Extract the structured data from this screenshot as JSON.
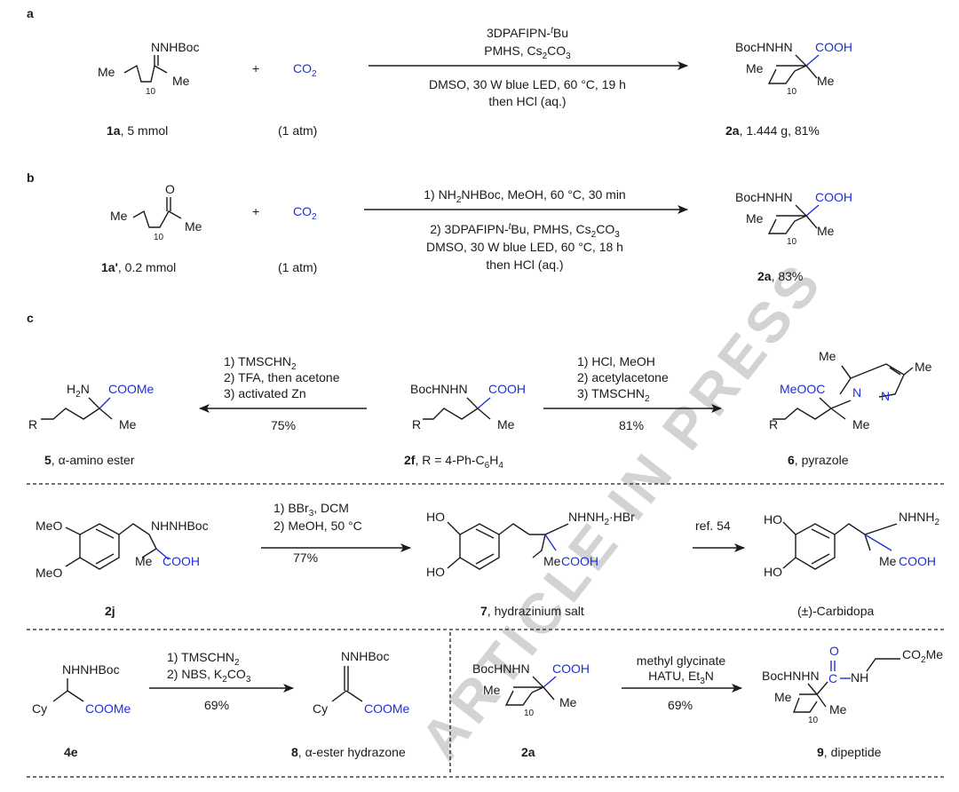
{
  "panels": {
    "a": "a",
    "b": "b",
    "c": "c"
  },
  "watermark": "ARTICLE IN PRESS",
  "common": {
    "plus": "+",
    "co2_main": "CO",
    "co2_sub": "2",
    "atm": "(1 atm)",
    "me": "Me",
    "ten": "10",
    "cooh": "COOH",
    "bochnhn": "BocHNHN",
    "nnhboc": "NNHBoc",
    "r": "R"
  },
  "scheme_a": {
    "reagent1_main": "3DPAFIPN-",
    "reagent1_sup": "t",
    "reagent1_tail": "Bu",
    "reagent2_main": "PMHS, Cs",
    "reagent2_sub1": "2",
    "reagent2_mid": "CO",
    "reagent2_sub2": "3",
    "cond1": "DMSO, 30 W blue LED, 60 °C, 19 h",
    "cond2": "then HCl (aq.)",
    "sm_label_bold": "1a",
    "sm_label_rest": ", 5 mmol",
    "prod_label_bold": "2a",
    "prod_label_rest": ", 1.444 g, 81%"
  },
  "scheme_b": {
    "step1_pre": "1) NH",
    "step1_sub": "2",
    "step1_post": "NHBoc, MeOH, 60 °C, 30 min",
    "step2_pre": "2) 3DPAFIPN-",
    "step2_sup": "t",
    "step2_mid": "Bu, PMHS, Cs",
    "step2_sub1": "2",
    "step2_mid2": "CO",
    "step2_sub2": "3",
    "step2_line2": "DMSO, 30 W blue LED, 60 °C, 18 h",
    "step2_line3": "then HCl (aq.)",
    "sm_o": "O",
    "sm_label_bold": "1a'",
    "sm_label_rest": ", 0.2 mmol",
    "prod_label_bold": "2a",
    "prod_label_rest": ", 83%"
  },
  "scheme_c1": {
    "left_r1_pre": "1) TMSCHN",
    "left_r1_sub": "2",
    "left_r2": "2) TFA, then acetone",
    "left_r3": "3) activated Zn",
    "left_yield": "75%",
    "right_r1": "1) HCl, MeOH",
    "right_r2": "2) acetylacetone",
    "right_r3_pre": "3) TMSCHN",
    "right_r3_sub": "2",
    "right_yield": "81%",
    "h2n_h": "H",
    "h2n_sub": "2",
    "h2n_n": "N",
    "coome": "COOMe",
    "meooc": "MeOOC",
    "n": "N",
    "label5_bold": "5",
    "label5_rest": ", α-amino ester",
    "label2f_bold": "2f",
    "label2f_rest": ", R = 4-Ph-C",
    "label2f_sub1": "6",
    "label2f_h": "H",
    "label2f_sub2": "4",
    "label6_bold": "6",
    "label6_rest": ", pyrazole"
  },
  "scheme_c2": {
    "meo": "MeO",
    "ho": "HO",
    "r1_pre": "1) BBr",
    "r1_sub": "3",
    "r1_post": ", DCM",
    "r2": "2) MeOH, 50 °C",
    "yield": "77%",
    "ref": "ref. 54",
    "hbr_pre": "NHNH",
    "hbr_sub": "2",
    "hbr_post": "·HBr",
    "nhnh2_pre": "NHNH",
    "nhnh2_sub": "2",
    "nhnhboc": "NHNHBoc",
    "label2j": "2j",
    "label7_bold": "7",
    "label7_rest": ", hydrazinium salt",
    "label_carbidopa": "(±)-Carbidopa"
  },
  "scheme_c3": {
    "r1_pre": "1) TMSCHN",
    "r1_sub": "2",
    "r2_pre": "2) NBS, K",
    "r2_sub1": "2",
    "r2_mid": "CO",
    "r2_sub2": "3",
    "yield_left": "69%",
    "nhnhboc": "NHNHBoc",
    "cy": "Cy",
    "coome": "COOMe",
    "label4e": "4e",
    "label8_bold": "8",
    "label8_rest": ", α-ester hydrazone",
    "reag1": "methyl glycinate",
    "reag2_pre": "HATU, Et",
    "reag2_sub": "3",
    "reag2_post": "N",
    "yield_right": "69%",
    "o": "O",
    "c": "C",
    "nh": "NH",
    "co2me_pre": "CO",
    "co2me_sub": "2",
    "co2me_post": "Me",
    "label2a": "2a",
    "label9_bold": "9",
    "label9_rest": ", dipeptide"
  }
}
